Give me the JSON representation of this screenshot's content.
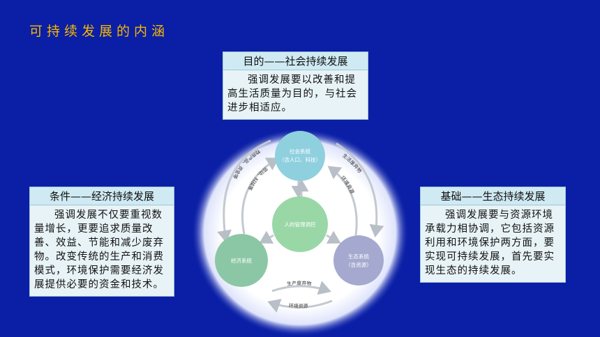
{
  "page_title": "可持续发展的内涵",
  "cards": {
    "top": {
      "heading": "目的——社会持续发展",
      "body": "强调发展要以改善和提高生活质量为目的，与社会进步相适应。"
    },
    "left": {
      "heading": "条件——经济持续发展",
      "body": "强调发展不仅要重视数量增长，更要追求质量改善、效益、节能和减少废弃物。改变传统的生产和消费模式，环境保护需要经济发展提供必要的资金和技术。"
    },
    "right": {
      "heading": "基础——生态持续发展",
      "body": "强调发展要与资源环境承载力相协调，它包括资源利用和环境保护两方面，要实现可持续发展，首先要实现生态的持续发展。"
    }
  },
  "diagram": {
    "nodes": {
      "social_title": "社会系统",
      "social_sub": "（含人口、科技）",
      "center": "人的管理调控",
      "economic": "经济系统",
      "eco_title": "生态系统",
      "eco_sub": "（含资源）"
    },
    "labels": {
      "left_outer": "物质产品、资金等",
      "left_inner": "劳动、科技等",
      "right_outer": "生活废弃物",
      "right_inner": "环境资源",
      "bottom_inner": "生产废弃物",
      "bottom_outer": "环境资源"
    },
    "colors": {
      "social": "#8fd0df",
      "center": "#9ad7a7",
      "economic": "#8cc7a5",
      "eco": "#a5a9cf",
      "title": "#f5b800",
      "background": "#0a1ea6"
    }
  }
}
